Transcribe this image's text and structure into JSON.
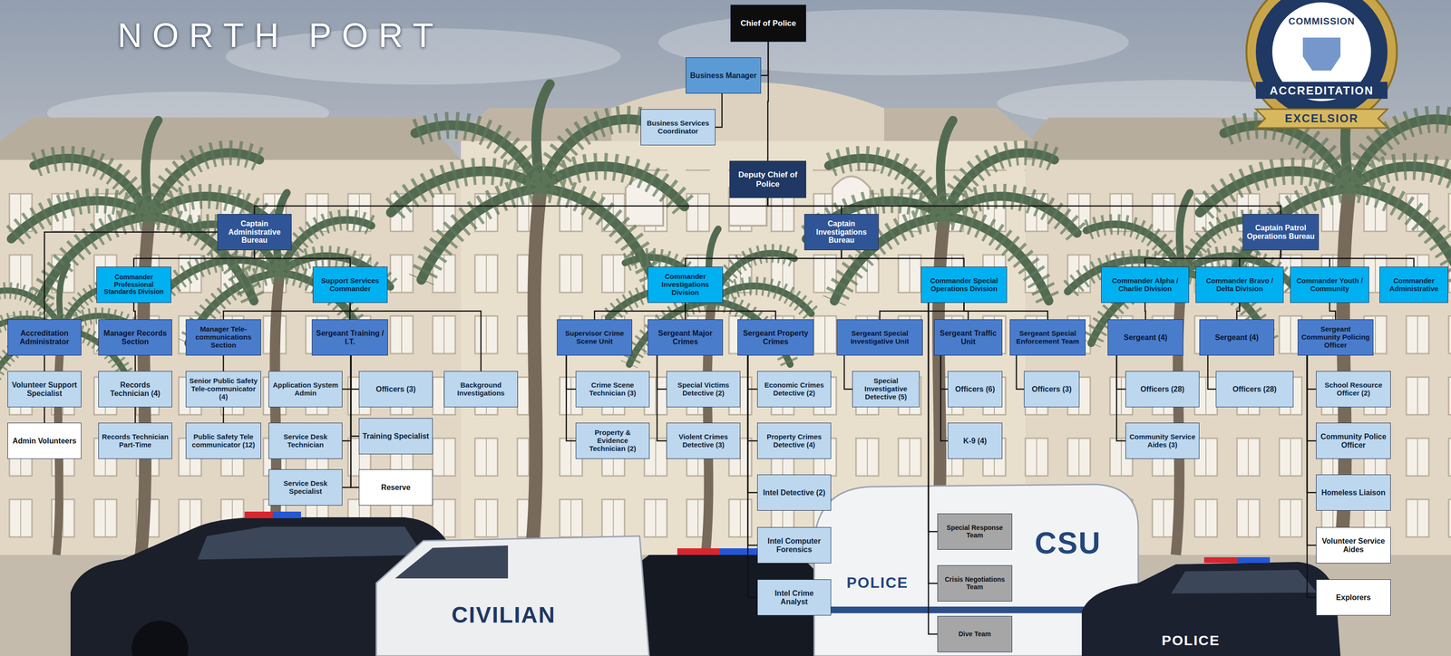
{
  "diagram": {
    "nodes": [
      {
        "text": [
          "Chief of Police"
        ]
      },
      {
        "text": [
          "Business Manager"
        ]
      },
      {
        "text": [
          "Business Services Coordinator"
        ]
      },
      {
        "text": [
          "Deputy Chief of Police"
        ]
      },
      {
        "text": [
          "Captain Administrative Bureau"
        ]
      },
      {
        "text": [
          "Captain Investigations Bureau"
        ]
      },
      {
        "text": [
          "Captain Patrol Operations Bureau"
        ]
      },
      {
        "text": [
          "Commander Professional Standards Division"
        ]
      },
      {
        "text": [
          "Support Services Commander"
        ]
      },
      {
        "text": [
          "Commander Investigations Division"
        ]
      },
      {
        "text": [
          "Commander Special Operations Division"
        ]
      },
      {
        "text": [
          "Commander Alpha / Charlie Division"
        ]
      },
      {
        "text": [
          "Commander Bravo / Delta Division"
        ]
      },
      {
        "text": [
          "Commander Youth / Community"
        ]
      },
      {
        "text": [
          "Commander Administrative"
        ]
      },
      {
        "text": [
          "Accreditation Administrator"
        ]
      },
      {
        "text": [
          "Volunteer Support Specialist"
        ]
      },
      {
        "text": [
          "Admin Volunteers"
        ]
      },
      {
        "text": [
          "Manager Records Section"
        ]
      },
      {
        "text": [
          "Records Technician (4)"
        ]
      },
      {
        "text": [
          "Records Technician Part-Time"
        ]
      },
      {
        "text": [
          "Manager Tele-communications Section"
        ]
      },
      {
        "text": [
          "Senior Public Safety Tele-communicator (4)"
        ]
      },
      {
        "text": [
          "Public Safety Tele communicator (12)"
        ]
      },
      {
        "text": [
          "Sergeant Training / I.T."
        ]
      },
      {
        "text": [
          "Application System Admin"
        ]
      },
      {
        "text": [
          "Service Desk Technician"
        ]
      },
      {
        "text": [
          "Service Desk Specialist"
        ]
      },
      {
        "text": [
          "Officers (3)"
        ]
      },
      {
        "text": [
          "Training Specialist"
        ]
      },
      {
        "text": [
          "Reserve"
        ]
      },
      {
        "text": [
          "Background Investigations"
        ]
      },
      {
        "text": [
          "Supervisor Crime Scene Unit"
        ]
      },
      {
        "text": [
          "Crime Scene Technician (3)"
        ]
      },
      {
        "text": [
          "Property & Evidence Technician (2)"
        ]
      },
      {
        "text": [
          "Sergeant Major Crimes"
        ]
      },
      {
        "text": [
          "Special Victims Detective (2)"
        ]
      },
      {
        "text": [
          "Violent Crimes Detective (3)"
        ]
      },
      {
        "text": [
          "Sergeant Property Crimes"
        ]
      },
      {
        "text": [
          "Economic Crimes Detective (2)"
        ]
      },
      {
        "text": [
          "Property Crimes Detective (4)"
        ]
      },
      {
        "text": [
          "Intel Detective (2)"
        ]
      },
      {
        "text": [
          "Intel Computer Forensics"
        ]
      },
      {
        "text": [
          "Intel Crime Analyst"
        ]
      },
      {
        "text": [
          "Sergeant Special Investigative Unit"
        ]
      },
      {
        "text": [
          "Special Investigative Detective (5)"
        ]
      },
      {
        "text": [
          "Sergeant Traffic Unit"
        ]
      },
      {
        "text": [
          "Officers (6)"
        ]
      },
      {
        "text": [
          "K-9 (4)"
        ]
      },
      {
        "text": [
          "Sergeant Special Enforcement Team"
        ]
      },
      {
        "text": [
          "Officers (3)"
        ]
      },
      {
        "text": [
          "Special Response Team"
        ]
      },
      {
        "text": [
          "Crisis Negotiations Team"
        ]
      },
      {
        "text": [
          "Dive Team"
        ]
      },
      {
        "text": [
          "Sergeant (4)"
        ]
      },
      {
        "text": [
          "Officers (28)"
        ]
      },
      {
        "text": [
          "Community Service Aides (3)"
        ]
      },
      {
        "text": [
          "Sergeant (4)"
        ]
      },
      {
        "text": [
          "Officers (28)"
        ]
      },
      {
        "text": [
          "Sergeant Community Policing Officer"
        ]
      },
      {
        "text": [
          "School Resource Officer (2)"
        ]
      },
      {
        "text": [
          "Community Police Officer"
        ]
      },
      {
        "text": [
          "Homeless Liaison"
        ]
      },
      {
        "text": [
          "Volunteer Service Aides"
        ]
      },
      {
        "text": [
          "Explorers"
        ]
      }
    ],
    "edges": [
      {
        "from": 0,
        "to": 1,
        "arrow": "none"
      },
      {
        "from": 1,
        "to": 2,
        "arrow": "none"
      },
      {
        "from": 0,
        "to": 3,
        "arrow": "none"
      },
      {
        "from": 3,
        "to": 4,
        "arrow": "none"
      },
      {
        "from": 3,
        "to": 5,
        "arrow": "none"
      },
      {
        "from": 3,
        "to": 6,
        "arrow": "none"
      },
      {
        "from": 4,
        "to": 15,
        "arrow": "none"
      },
      {
        "from": 4,
        "to": 7,
        "arrow": "none"
      },
      {
        "from": 4,
        "to": 8,
        "arrow": "none"
      },
      {
        "from": 15,
        "to": 16,
        "arrow": "none"
      },
      {
        "from": 16,
        "to": 17,
        "arrow": "none"
      },
      {
        "from": 7,
        "to": 18,
        "arrow": "none"
      },
      {
        "from": 18,
        "to": 19,
        "arrow": "none"
      },
      {
        "from": 19,
        "to": 20,
        "arrow": "none"
      },
      {
        "from": 8,
        "to": 21,
        "arrow": "none"
      },
      {
        "from": 8,
        "to": 24,
        "arrow": "none"
      },
      {
        "from": 8,
        "to": 31,
        "arrow": "none"
      },
      {
        "from": 21,
        "to": 22,
        "arrow": "none"
      },
      {
        "from": 22,
        "to": 23,
        "arrow": "none"
      },
      {
        "from": 24,
        "to": 25,
        "arrow": "none"
      },
      {
        "from": 24,
        "to": 26,
        "arrow": "none"
      },
      {
        "from": 24,
        "to": 27,
        "arrow": "none"
      },
      {
        "from": 24,
        "to": 28,
        "arrow": "none"
      },
      {
        "from": 24,
        "to": 29,
        "arrow": "none"
      },
      {
        "from": 24,
        "to": 30,
        "arrow": "none"
      },
      {
        "from": 5,
        "to": 9,
        "arrow": "none"
      },
      {
        "from": 5,
        "to": 10,
        "arrow": "none"
      },
      {
        "from": 9,
        "to": 32,
        "arrow": "none"
      },
      {
        "from": 9,
        "to": 35,
        "arrow": "none"
      },
      {
        "from": 9,
        "to": 38,
        "arrow": "none"
      },
      {
        "from": 32,
        "to": 33,
        "arrow": "none"
      },
      {
        "from": 32,
        "to": 34,
        "arrow": "none"
      },
      {
        "from": 35,
        "to": 36,
        "arrow": "none"
      },
      {
        "from": 35,
        "to": 37,
        "arrow": "none"
      },
      {
        "from": 38,
        "to": 39,
        "arrow": "none"
      },
      {
        "from": 38,
        "to": 40,
        "arrow": "none"
      },
      {
        "from": 38,
        "to": 41,
        "arrow": "none"
      },
      {
        "from": 38,
        "to": 42,
        "arrow": "none"
      },
      {
        "from": 38,
        "to": 43,
        "arrow": "none"
      },
      {
        "from": 10,
        "to": 44,
        "arrow": "none"
      },
      {
        "from": 10,
        "to": 46,
        "arrow": "none"
      },
      {
        "from": 10,
        "to": 49,
        "arrow": "none"
      },
      {
        "from": 44,
        "to": 45,
        "arrow": "none"
      },
      {
        "from": 46,
        "to": 47,
        "arrow": "none"
      },
      {
        "from": 46,
        "to": 48,
        "arrow": "none"
      },
      {
        "from": 49,
        "to": 50,
        "arrow": "none"
      },
      {
        "from": 10,
        "to": 51,
        "arrow": "none"
      },
      {
        "from": 10,
        "to": 52,
        "arrow": "none"
      },
      {
        "from": 10,
        "to": 53,
        "arrow": "none"
      },
      {
        "from": 6,
        "to": 11,
        "arrow": "none"
      },
      {
        "from": 6,
        "to": 12,
        "arrow": "none"
      },
      {
        "from": 6,
        "to": 13,
        "arrow": "none"
      },
      {
        "from": 6,
        "to": 14,
        "arrow": "none"
      },
      {
        "from": 11,
        "to": 54,
        "arrow": "none"
      },
      {
        "from": 54,
        "to": 55,
        "arrow": "none"
      },
      {
        "from": 54,
        "to": 56,
        "arrow": "none"
      },
      {
        "from": 12,
        "to": 57,
        "arrow": "none"
      },
      {
        "from": 57,
        "to": 58,
        "arrow": "none"
      },
      {
        "from": 13,
        "to": 59,
        "arrow": "none"
      },
      {
        "from": 59,
        "to": 60,
        "arrow": "none"
      },
      {
        "from": 59,
        "to": 61,
        "arrow": "none"
      },
      {
        "from": 59,
        "to": 62,
        "arrow": "none"
      },
      {
        "from": 59,
        "to": 63,
        "arrow": "none"
      },
      {
        "from": 59,
        "to": 64,
        "arrow": "none"
      }
    ],
    "labels": [
      "NORTH PORT",
      "COMMISSION",
      "ACCREDITATION",
      "EXCELSIOR",
      "CIVILIAN",
      "CSU",
      "POLICE",
      "POLICE"
    ]
  }
}
